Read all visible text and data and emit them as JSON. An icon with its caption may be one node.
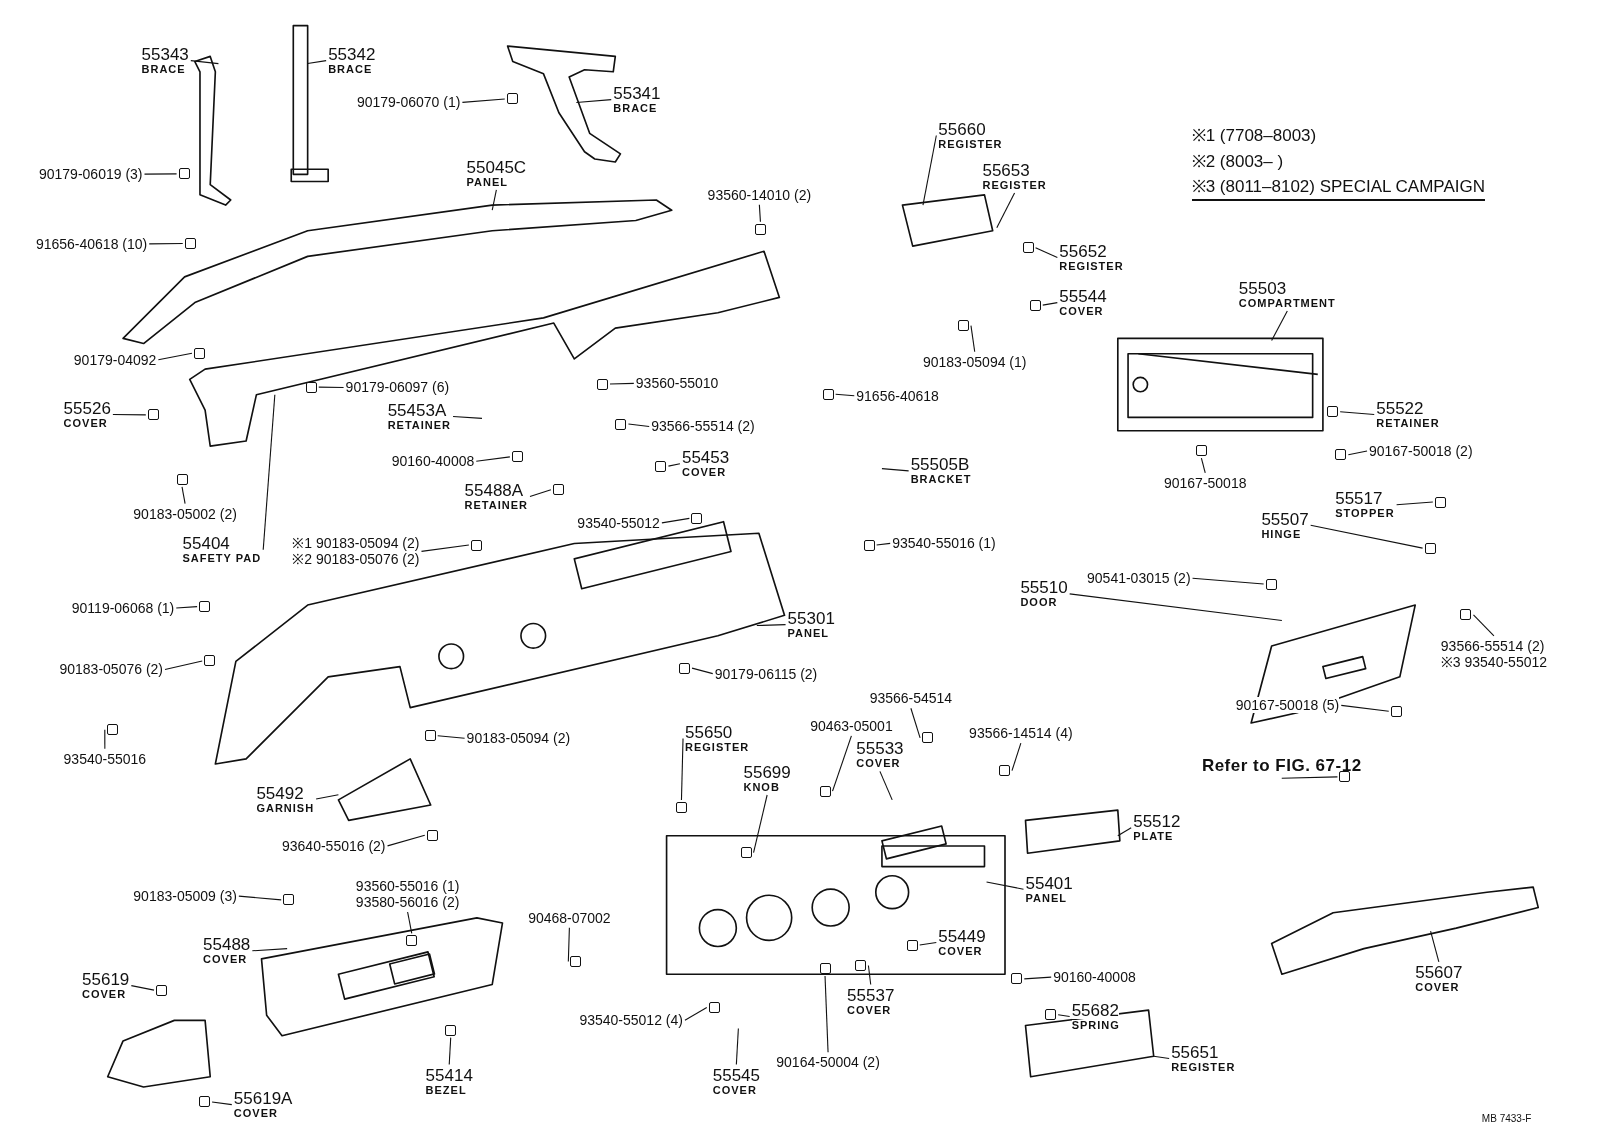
{
  "diagram": {
    "nodes": [
      {
        "text": [
          "55343",
          "BRACE"
        ]
      },
      {
        "text": [
          "55342",
          "BRACE"
        ]
      },
      {
        "text": [
          "90179-06070 (1)"
        ]
      },
      {
        "text": [
          "55341",
          "BRACE"
        ]
      },
      {
        "text": [
          "90179-06019 (3)"
        ]
      },
      {
        "text": [
          "55045C",
          "PANEL"
        ]
      },
      {
        "text": [
          "91656-40618 (10)"
        ]
      },
      {
        "text": [
          "93560-14010 (2)"
        ]
      },
      {
        "text": [
          "90179-04092"
        ]
      },
      {
        "text": [
          "55526",
          "COVER"
        ]
      },
      {
        "text": [
          "90179-06097 (6)"
        ]
      },
      {
        "text": [
          "93560-55010"
        ]
      },
      {
        "text": [
          "55453A",
          "RETAINER"
        ]
      },
      {
        "text": [
          "93566-55514 (2)"
        ]
      },
      {
        "text": [
          "90160-40008"
        ]
      },
      {
        "text": [
          "55488A",
          "RETAINER"
        ]
      },
      {
        "text": [
          "55453",
          "COVER"
        ]
      },
      {
        "text": [
          "93540-55012"
        ]
      },
      {
        "text": [
          "90183-05002 (2)"
        ]
      },
      {
        "text": [
          "55404",
          "SAFETY PAD"
        ]
      },
      {
        "text": [
          "※1 90183-05094 (2)",
          "※2 90183-05076 (2)"
        ]
      },
      {
        "text": [
          "90119-06068 (1)"
        ]
      },
      {
        "text": [
          "90183-05076 (2)"
        ]
      },
      {
        "text": [
          "93540-55016"
        ]
      },
      {
        "text": [
          "55660",
          "REGISTER"
        ]
      },
      {
        "text": [
          "55653",
          "REGISTER"
        ]
      },
      {
        "text": [
          "55652",
          "REGISTER"
        ]
      },
      {
        "text": [
          "55544",
          "COVER"
        ]
      },
      {
        "text": [
          "90183-05094 (1)"
        ]
      },
      {
        "text": [
          "91656-40618"
        ]
      },
      {
        "text": [
          "55505B",
          "BRACKET"
        ]
      },
      {
        "text": [
          "93540-55016 (1)"
        ]
      },
      {
        "text": [
          "55503",
          "COMPARTMENT"
        ]
      },
      {
        "text": [
          "55522",
          "RETAINER"
        ]
      },
      {
        "text": [
          "90167-50018 (2)"
        ]
      },
      {
        "text": [
          "90167-50018"
        ]
      },
      {
        "text": [
          "55517",
          "STOPPER"
        ]
      },
      {
        "text": [
          "55507",
          "HINGE"
        ]
      },
      {
        "text": [
          "55510",
          "DOOR"
        ]
      },
      {
        "text": [
          "90541-03015 (2)"
        ]
      },
      {
        "text": [
          "55301",
          "PANEL"
        ]
      },
      {
        "text": [
          "90179-06115 (2)"
        ]
      },
      {
        "text": [
          "93566-55514 (2)",
          "※3 93540-55012"
        ]
      },
      {
        "text": [
          "90167-50018 (5)"
        ]
      },
      {
        "text": [
          "90183-05094 (2)"
        ]
      },
      {
        "text": [
          "55492",
          "GARNISH"
        ]
      },
      {
        "text": [
          "93640-55016 (2)"
        ]
      },
      {
        "text": [
          "55650",
          "REGISTER"
        ]
      },
      {
        "text": [
          "55699",
          "KNOB"
        ]
      },
      {
        "text": [
          "90463-05001"
        ]
      },
      {
        "text": [
          "55533",
          "COVER"
        ]
      },
      {
        "text": [
          "93566-54514"
        ]
      },
      {
        "text": [
          "93566-14514 (4)"
        ]
      },
      {
        "text": [
          "Refer to FIG. 67-12"
        ]
      },
      {
        "text": [
          "55512",
          "PLATE"
        ]
      },
      {
        "text": [
          "55401",
          "PANEL"
        ]
      },
      {
        "text": [
          "90183-05009 (3)"
        ]
      },
      {
        "text": [
          "93560-55016 (1)",
          "93580-56016 (2)"
        ]
      },
      {
        "text": [
          "90468-07002"
        ]
      },
      {
        "text": [
          "55488",
          "COVER"
        ]
      },
      {
        "text": [
          "55619",
          "COVER"
        ]
      },
      {
        "text": [
          "55449",
          "COVER"
        ]
      },
      {
        "text": [
          "90160-40008"
        ]
      },
      {
        "text": [
          "55537",
          "COVER"
        ]
      },
      {
        "text": [
          "55414",
          "BEZEL"
        ]
      },
      {
        "text": [
          "55545",
          "COVER"
        ]
      },
      {
        "text": [
          "93540-55012 (4)"
        ]
      },
      {
        "text": [
          "90164-50004 (2)"
        ]
      },
      {
        "text": [
          "55682",
          "SPRING"
        ]
      },
      {
        "text": [
          "55651",
          "REGISTER"
        ]
      },
      {
        "text": [
          "55619A",
          "COVER"
        ]
      },
      {
        "text": [
          "55607",
          "COVER"
        ]
      },
      {
        "text": [],
        "shape": "box"
      },
      {
        "text": [],
        "shape": "box"
      },
      {
        "text": [],
        "shape": "box"
      },
      {
        "text": [],
        "shape": "box"
      },
      {
        "text": [],
        "shape": "box"
      },
      {
        "text": [],
        "shape": "box"
      },
      {
        "text": [],
        "shape": "box"
      },
      {
        "text": [],
        "shape": "box"
      },
      {
        "text": [],
        "shape": "box"
      },
      {
        "text": [],
        "shape": "box"
      },
      {
        "text": [],
        "shape": "box"
      },
      {
        "text": [],
        "shape": "box"
      },
      {
        "text": [],
        "shape": "box"
      },
      {
        "text": [],
        "shape": "box"
      },
      {
        "text": [],
        "shape": "box"
      },
      {
        "text": [],
        "shape": "box"
      },
      {
        "text": [],
        "shape": "box"
      },
      {
        "text": [],
        "shape": "box"
      },
      {
        "text": [],
        "shape": "box"
      },
      {
        "text": [],
        "shape": "box"
      },
      {
        "text": [],
        "shape": "box"
      },
      {
        "text": [],
        "shape": "box"
      },
      {
        "text": [],
        "shape": "box"
      },
      {
        "text": [],
        "shape": "box"
      },
      {
        "text": [],
        "shape": "box"
      },
      {
        "text": [],
        "shape": "box"
      },
      {
        "text": [],
        "shape": "box"
      },
      {
        "text": [],
        "shape": "box"
      },
      {
        "text": [],
        "shape": "box"
      },
      {
        "text": [],
        "shape": "box"
      },
      {
        "text": [],
        "shape": "box"
      },
      {
        "text": [],
        "shape": "box"
      },
      {
        "text": [],
        "shape": "box"
      },
      {
        "text": [],
        "shape": "box"
      },
      {
        "text": [],
        "shape": "box"
      },
      {
        "text": [],
        "shape": "box"
      },
      {
        "text": [],
        "shape": "box"
      },
      {
        "text": [],
        "shape": "box"
      },
      {
        "text": [],
        "shape": "box"
      },
      {
        "text": [],
        "shape": "box"
      },
      {
        "text": [],
        "shape": "box"
      },
      {
        "text": [],
        "shape": "box"
      },
      {
        "text": [],
        "shape": "box"
      },
      {
        "text": [],
        "shape": "box"
      },
      {
        "text": [],
        "shape": "box"
      },
      {
        "text": [],
        "shape": "box"
      },
      {
        "text": [],
        "shape": "box"
      },
      {
        "text": [],
        "shape": "box"
      },
      {
        "text": [],
        "shape": "box"
      },
      {
        "text": [],
        "shape": "box"
      },
      {
        "text": [],
        "shape": "box"
      },
      {
        "text": [],
        "shape": "box"
      }
    ],
    "edges": [
      {
        "from": 0,
        "to": null,
        "arrow": "none"
      },
      {
        "from": 1,
        "to": null,
        "arrow": "none"
      },
      {
        "from": 2,
        "to": 72,
        "arrow": "none"
      },
      {
        "from": 3,
        "to": null,
        "arrow": "none"
      },
      {
        "from": 4,
        "to": 73,
        "arrow": "none"
      },
      {
        "from": 5,
        "to": null,
        "arrow": "none"
      },
      {
        "from": 6,
        "to": 74,
        "arrow": "none"
      },
      {
        "from": 7,
        "to": 75,
        "arrow": "none"
      },
      {
        "from": 8,
        "to": 76,
        "arrow": "none"
      },
      {
        "from": 9,
        "to": 77,
        "arrow": "none"
      },
      {
        "from": 10,
        "to": 78,
        "arrow": "none"
      },
      {
        "from": 11,
        "to": 79,
        "arrow": "none"
      },
      {
        "from": 12,
        "to": null,
        "arrow": "none"
      },
      {
        "from": 13,
        "to": 80,
        "arrow": "none"
      },
      {
        "from": 14,
        "to": 81,
        "arrow": "none"
      },
      {
        "from": 15,
        "to": 82,
        "arrow": "none"
      },
      {
        "from": 16,
        "to": 83,
        "arrow": "none"
      },
      {
        "from": 17,
        "to": 84,
        "arrow": "none"
      },
      {
        "from": 18,
        "to": 85,
        "arrow": "none"
      },
      {
        "from": 19,
        "to": null,
        "arrow": "none"
      },
      {
        "from": 20,
        "to": 86,
        "arrow": "none"
      },
      {
        "from": 21,
        "to": 87,
        "arrow": "none"
      },
      {
        "from": 22,
        "to": 88,
        "arrow": "none"
      },
      {
        "from": 23,
        "to": 89,
        "arrow": "none"
      },
      {
        "from": 24,
        "to": null,
        "arrow": "none"
      },
      {
        "from": 25,
        "to": null,
        "arrow": "none"
      },
      {
        "from": 26,
        "to": 90,
        "arrow": "none"
      },
      {
        "from": 27,
        "to": 91,
        "arrow": "none"
      },
      {
        "from": 28,
        "to": 92,
        "arrow": "none"
      },
      {
        "from": 29,
        "to": 93,
        "arrow": "none"
      },
      {
        "from": 30,
        "to": null,
        "arrow": "none"
      },
      {
        "from": 31,
        "to": 94,
        "arrow": "none"
      },
      {
        "from": 32,
        "to": null,
        "arrow": "none"
      },
      {
        "from": 33,
        "to": 95,
        "arrow": "none"
      },
      {
        "from": 34,
        "to": 96,
        "arrow": "none"
      },
      {
        "from": 35,
        "to": 97,
        "arrow": "none"
      },
      {
        "from": 36,
        "to": 98,
        "arrow": "none"
      },
      {
        "from": 37,
        "to": 99,
        "arrow": "none"
      },
      {
        "from": 38,
        "to": null,
        "arrow": "none"
      },
      {
        "from": 39,
        "to": 100,
        "arrow": "none"
      },
      {
        "from": 40,
        "to": null,
        "arrow": "none"
      },
      {
        "from": 41,
        "to": 101,
        "arrow": "none"
      },
      {
        "from": 42,
        "to": 102,
        "arrow": "none"
      },
      {
        "from": 43,
        "to": 103,
        "arrow": "none"
      },
      {
        "from": 44,
        "to": 104,
        "arrow": "none"
      },
      {
        "from": 45,
        "to": null,
        "arrow": "none"
      },
      {
        "from": 46,
        "to": 105,
        "arrow": "none"
      },
      {
        "from": 47,
        "to": 106,
        "arrow": "none"
      },
      {
        "from": 48,
        "to": 107,
        "arrow": "none"
      },
      {
        "from": 49,
        "to": 108,
        "arrow": "none"
      },
      {
        "from": 50,
        "to": null,
        "arrow": "none"
      },
      {
        "from": 51,
        "to": 109,
        "arrow": "none"
      },
      {
        "from": 52,
        "to": 110,
        "arrow": "none"
      },
      {
        "from": 53,
        "to": 111,
        "arrow": "none"
      },
      {
        "from": 54,
        "to": null,
        "arrow": "none"
      },
      {
        "from": 55,
        "to": null,
        "arrow": "none"
      },
      {
        "from": 56,
        "to": 112,
        "arrow": "none"
      },
      {
        "from": 57,
        "to": 113,
        "arrow": "none"
      },
      {
        "from": 58,
        "to": 114,
        "arrow": "none"
      },
      {
        "from": 59,
        "to": null,
        "arrow": "none"
      },
      {
        "from": 60,
        "to": 115,
        "arrow": "none"
      },
      {
        "from": 61,
        "to": 116,
        "arrow": "none"
      },
      {
        "from": 62,
        "to": 117,
        "arrow": "none"
      },
      {
        "from": 63,
        "to": 118,
        "arrow": "none"
      },
      {
        "from": 64,
        "to": 119,
        "arrow": "none"
      },
      {
        "from": 65,
        "to": null,
        "arrow": "none"
      },
      {
        "from": 66,
        "to": 120,
        "arrow": "none"
      },
      {
        "from": 67,
        "to": 121,
        "arrow": "none"
      },
      {
        "from": 68,
        "to": 122,
        "arrow": "none"
      },
      {
        "from": 69,
        "to": null,
        "arrow": "none"
      },
      {
        "from": 70,
        "to": 123,
        "arrow": "none"
      },
      {
        "from": 71,
        "to": null,
        "arrow": "none"
      }
    ],
    "labels": [
      "※1 (7708–8003)",
      "※2 (8003–        )",
      "※3 (8011–8102) SPECIAL  CAMPAIGN",
      "MB  7433-F"
    ]
  }
}
